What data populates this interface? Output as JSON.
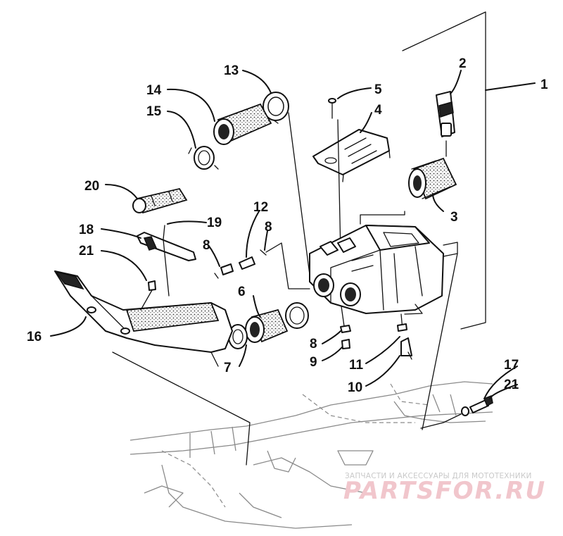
{
  "callouts": [
    {
      "id": "c1",
      "text": "1"
    },
    {
      "id": "c2",
      "text": "2"
    },
    {
      "id": "c3",
      "text": "3"
    },
    {
      "id": "c4",
      "text": "4"
    },
    {
      "id": "c5",
      "text": "5"
    },
    {
      "id": "c6",
      "text": "6"
    },
    {
      "id": "c7",
      "text": "7"
    },
    {
      "id": "c8a",
      "text": "8"
    },
    {
      "id": "c8b",
      "text": "8"
    },
    {
      "id": "c8c",
      "text": "8"
    },
    {
      "id": "c9",
      "text": "9"
    },
    {
      "id": "c10",
      "text": "10"
    },
    {
      "id": "c11",
      "text": "11"
    },
    {
      "id": "c12",
      "text": "12"
    },
    {
      "id": "c13",
      "text": "13"
    },
    {
      "id": "c14",
      "text": "14"
    },
    {
      "id": "c15",
      "text": "15"
    },
    {
      "id": "c16",
      "text": "16"
    },
    {
      "id": "c17",
      "text": "17"
    },
    {
      "id": "c18",
      "text": "18"
    },
    {
      "id": "c19",
      "text": "19"
    },
    {
      "id": "c20",
      "text": "20"
    },
    {
      "id": "c21a",
      "text": "21"
    },
    {
      "id": "c21b",
      "text": "21"
    }
  ],
  "watermark": {
    "tagline": "ЗАПЧАСТИ И АКСЕССУАРЫ ДЛЯ МОТОТЕХНИКИ",
    "brand": "PARTSFOR.RU"
  },
  "colors": {
    "ink": "#111111",
    "frame": "#8a8a8a",
    "watermark_brand": "#f1c6cc",
    "watermark_tagline": "#c9c9c9"
  }
}
